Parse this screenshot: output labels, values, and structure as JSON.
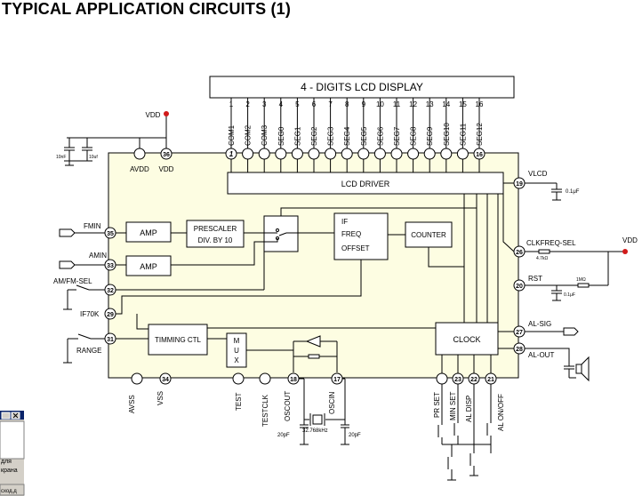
{
  "title": "TYPICAL APPLICATION CIRCUITS (1)",
  "colors": {
    "chip_body": "#fdfde2",
    "pin_fill": "#ffffff",
    "vdd_dot": "#d11a1a",
    "window_gray": "#d4d0c8",
    "window_blue": "#0a246a"
  },
  "lcd": {
    "label": "4 - DIGITS LCD DISPLAY",
    "pin_numbers": [
      "1",
      "2",
      "3",
      "4",
      "5",
      "6",
      "7",
      "8",
      "9",
      "10",
      "11",
      "12",
      "13",
      "14",
      "15",
      "16"
    ],
    "pin_names": [
      "COM1",
      "COM2",
      "COM3",
      "SEG0",
      "SEG1",
      "SEG2",
      "SEG3",
      "SEG4",
      "SEG5",
      "SEG6",
      "SEG7",
      "SEG8",
      "SEG9",
      "SEG10",
      "SEG11",
      "SEG12"
    ]
  },
  "chip": {
    "first_pin": "1",
    "last_top_pin": "16"
  },
  "power": {
    "vdd_top": "VDD",
    "vdd_right": "VDD",
    "cap_10nf": "10nF",
    "cap_10uf": "10uf"
  },
  "top_pins": [
    {
      "name": "AVDD",
      "num": ""
    },
    {
      "name": "VDD",
      "num": "36"
    }
  ],
  "left_pins": [
    {
      "label": "FMIN",
      "num": "35"
    },
    {
      "label": "AMIN",
      "num": "33"
    },
    {
      "label": "AM/FM-SEL",
      "num": "32"
    },
    {
      "label": "IF70K",
      "num": "29"
    },
    {
      "label": "RANGE",
      "num": "31"
    }
  ],
  "right_pins": [
    {
      "label": "VLCD",
      "num": "19",
      "part": "0.1μF"
    },
    {
      "label": "CLKFREQ-SEL",
      "num": "26",
      "part": "4.7kΩ"
    },
    {
      "label": "RST",
      "num": "20",
      "part": "1MΩ",
      "part2": "0.1μF"
    },
    {
      "label": "AL-SIG",
      "num": "27"
    },
    {
      "label": "AL-OUT",
      "num": "28"
    }
  ],
  "bottom_pins": [
    {
      "name": "AVSS",
      "num": ""
    },
    {
      "name": "VSS",
      "num": "34"
    },
    {
      "name": "TEST",
      "num": ""
    },
    {
      "name": "TESTCLK",
      "num": ""
    },
    {
      "name": "OSCOUT",
      "num": "18"
    },
    {
      "name": "OSCIN",
      "num": "17"
    },
    {
      "name": "PR SET",
      "num": ""
    },
    {
      "name": "MIN SET",
      "num": "23"
    },
    {
      "name": "AL DISP",
      "num": "22"
    },
    {
      "name": "AL ON/OFF",
      "num": "21"
    }
  ],
  "blocks": {
    "lcd_driver": "LCD DRIVER",
    "amp1": "AMP",
    "amp2": "AMP",
    "prescaler_l1": "PRESCALER",
    "prescaler_l2": "DIV. BY 10",
    "if_l1": "IF",
    "if_l2": "FREQ",
    "if_l3": "OFFSET",
    "counter": "COUNTER",
    "timming": "TIMMING CTL",
    "mux": [
      "M",
      "U",
      "X"
    ],
    "clock": "CLOCK"
  },
  "crystal": {
    "freq": "32.768kHz",
    "cap1": "20pF",
    "cap2": "20pF"
  },
  "window_fragment": {
    "line1": "для",
    "line2": "крана",
    "button": "сход.д"
  }
}
